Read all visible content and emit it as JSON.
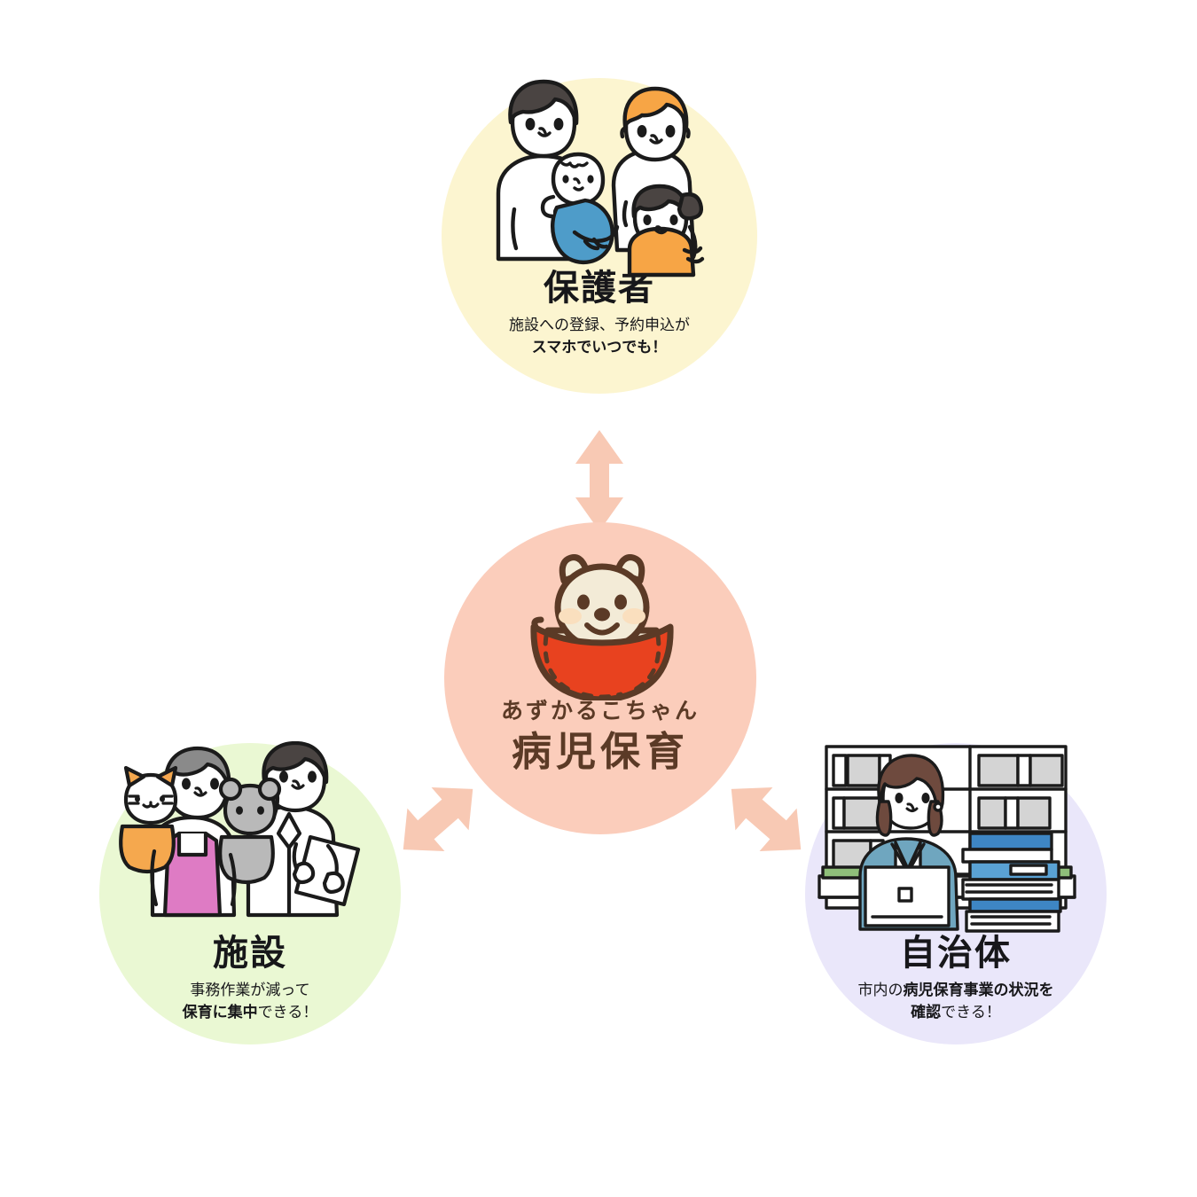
{
  "diagram": {
    "type": "hub-and-spoke",
    "hub_to_node_relation": "bidirectional",
    "colors": {
      "parent_circle": "#FCF5D0",
      "center_circle": "#FBCDBB",
      "facility_circle": "#EAF8D3",
      "city_circle": "#EAE7FA",
      "arrow": "#F8C9B4",
      "center_text": "#5B3A26",
      "node_text": "#17171A",
      "mascot_body": "#F3EBD7",
      "mascot_basket": "#E8421F",
      "mascot_outline": "#5B3A26"
    }
  },
  "center": {
    "mascot_name": "あずかるこちゃん",
    "service_title": "病児保育",
    "mascot_icon": "shiba-dog-in-basket-icon"
  },
  "nodes": [
    {
      "key": "parent",
      "title": "保護者",
      "sub_line1": "施設への登録、予約申込が",
      "sub_line2_bold": "スマホでいつでも",
      "sub_line2_tail": "！",
      "illustration": "family-parents-with-children-icon"
    },
    {
      "key": "facility",
      "title": "施設",
      "sub_line1": "事務作業が減って",
      "sub_line2_bold": "保育に集中",
      "sub_line2_tail": "できる！",
      "illustration": "two-childcare-staff-with-puppets-icon"
    },
    {
      "key": "city",
      "title": "自治体",
      "sub_line1_head": "市内の",
      "sub_line1_bold": "病児保育事業の状況を",
      "sub_line2_bold": "確認",
      "sub_line2_tail": "できる！",
      "illustration": "municipal-officer-at-desk-with-laptop-icon"
    }
  ],
  "arrows": [
    {
      "name": "arrow-center-to-parent",
      "direction": "vertical-double"
    },
    {
      "name": "arrow-center-to-facility",
      "direction": "diagonal-double-left"
    },
    {
      "name": "arrow-center-to-city",
      "direction": "diagonal-double-right"
    }
  ]
}
